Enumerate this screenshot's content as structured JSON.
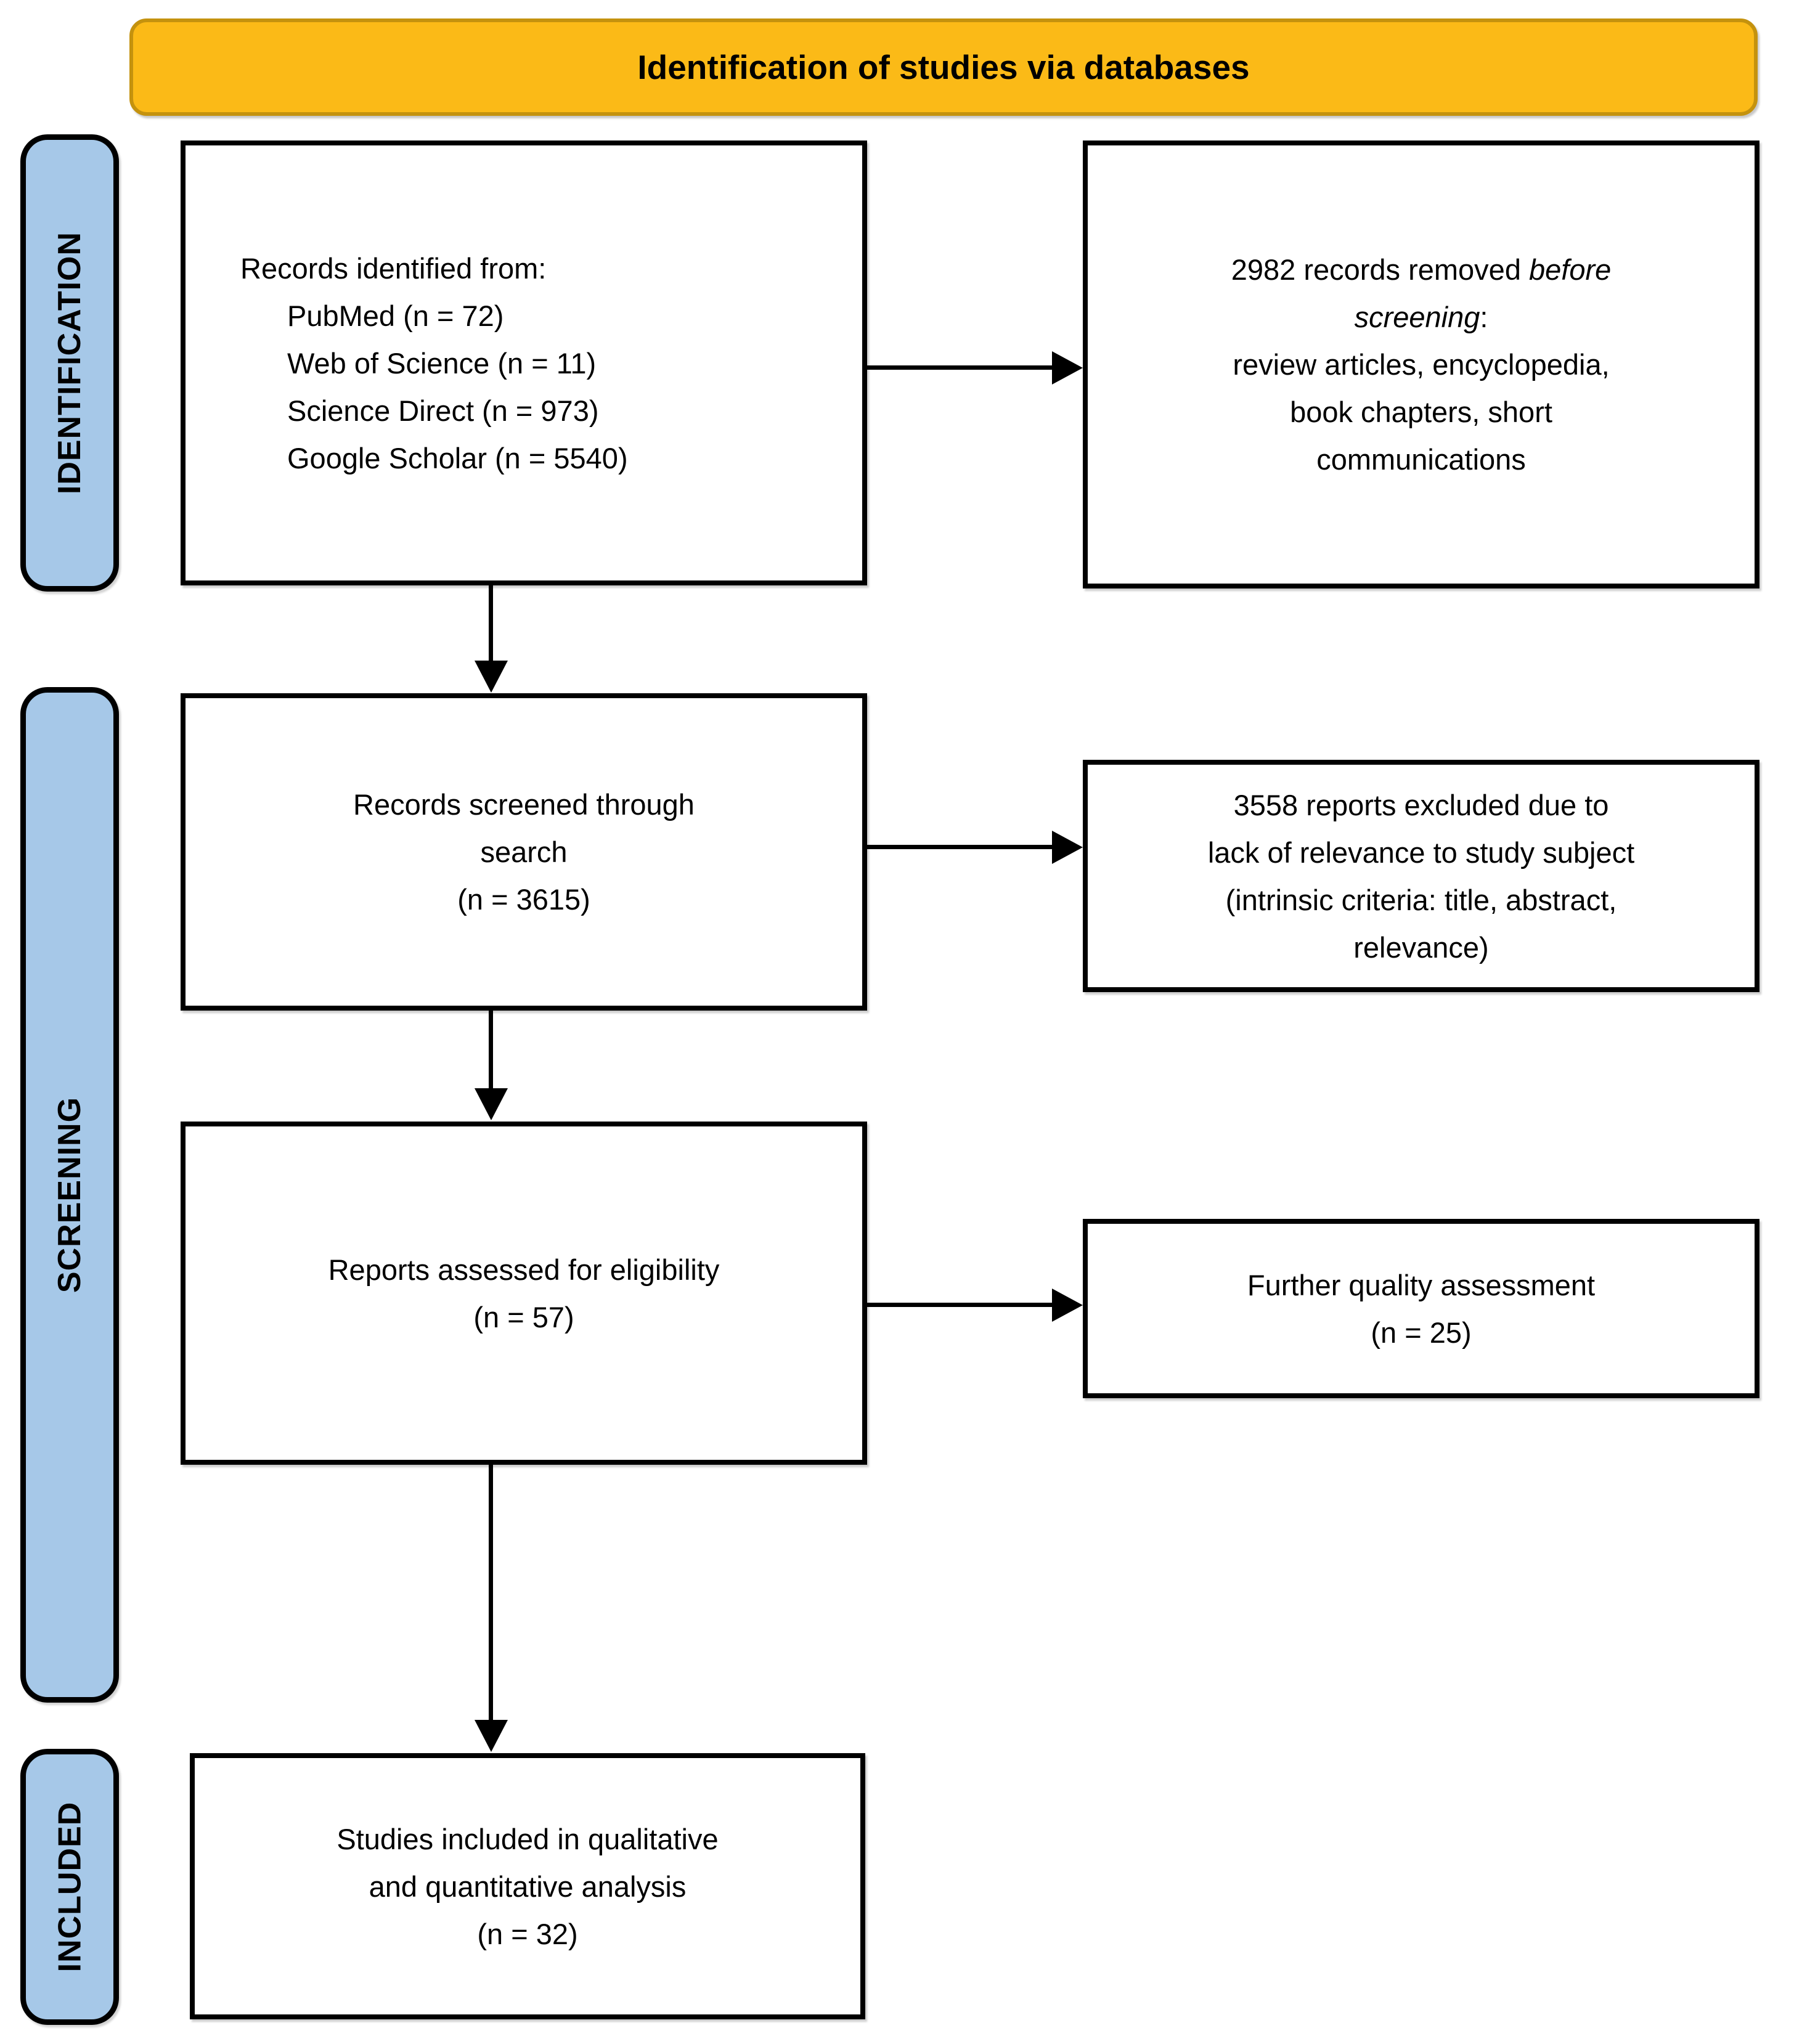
{
  "banner": {
    "title": "Identification of studies via databases"
  },
  "stages": [
    {
      "label": "IDENTIFICATION"
    },
    {
      "label": "SCREENING"
    },
    {
      "label": "INCLUDED"
    }
  ],
  "boxes": {
    "records_identified": {
      "intro": "Records identified from:",
      "sources": [
        "PubMed (n = 72)",
        "Web of Science (n = 11)",
        "Science Direct (n = 973)",
        "Google Scholar (n = 5540)"
      ]
    },
    "records_removed": {
      "line1_normal": "2982 records removed ",
      "line1_italic": "before",
      "line2_italic": "screening",
      "line2_normal": ":",
      "reasons": [
        "review articles, encyclopedia,",
        "book chapters, short",
        "communications"
      ]
    },
    "records_screened": {
      "lines": [
        "Records screened through",
        "search",
        "(n = 3615)"
      ]
    },
    "reports_excluded": {
      "lines": [
        "3558 reports excluded due to",
        "lack of relevance to study subject",
        "(intrinsic criteria: title, abstract,",
        "relevance)"
      ]
    },
    "reports_assessed": {
      "lines": [
        "Reports assessed for eligibility",
        "(n = 57)"
      ]
    },
    "quality_assessment": {
      "lines": [
        "Further quality assessment",
        "(n = 25)"
      ]
    },
    "studies_included": {
      "lines": [
        "Studies included in qualitative",
        "and quantitative analysis",
        "(n = 32)"
      ]
    }
  },
  "colors": {
    "banner_fill": "#FBBA17",
    "banner_border": "#C4920E",
    "stage_fill": "#A6C8E8",
    "line_color": "#000000"
  }
}
